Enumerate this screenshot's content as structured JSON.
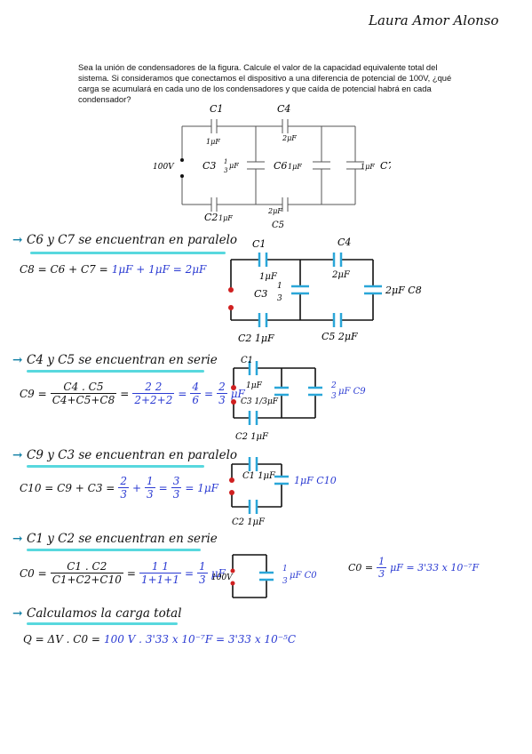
{
  "author": "Laura Amor Alonso",
  "problem_text": "Sea la unión de condensadores de la figura. Calcule el valor de la capacidad equivalente total del sistema. Si consideramos que conectamos el dispositivo a una diferencia de potencial de 100V, ¿qué carga se acumulará en cada uno de los condensadores y que caída de potencial habrá en cada condensador?",
  "circuit_main": {
    "c1": "C1",
    "c4": "C4",
    "c3": "C3",
    "c6": "C6",
    "c7": "C7",
    "c2": "C2",
    "c5": "C5",
    "v": "100V",
    "val_c1": "1μF",
    "val_c4": "2μF",
    "val_c3_n": "1",
    "val_c3_d": "3",
    "val_c3_u": "μF",
    "val_c6": "1μF",
    "val_c7": "1μF",
    "val_c2": "1μF",
    "val_c5": "2μF"
  },
  "step1": {
    "heading": "C6 y C7 se encuentran en paralelo",
    "eq_lhs": "C8 = C6 + C7 =",
    "eq_rhs": "1μF + 1μF = 2μF",
    "c1": "C1",
    "c1v": "1μF",
    "c4": "C4",
    "c4v": "2μF",
    "c3": "C3",
    "c3v_n": "1",
    "c3v_d": "3",
    "c8v": "2μF C8",
    "c2": "C2 1μF",
    "c5": "C5 2μF"
  },
  "step2": {
    "heading": "C4 y C5 se encuentran en serie",
    "lhs": "C9 =",
    "num": "C4 . C5",
    "den": "C4+C5+C8",
    "eq": "=",
    "num2": "2 2",
    "den2": "2+2+2",
    "r1": "=",
    "r1n": "4",
    "r1d": "6",
    "r2": "=",
    "r2n": "2",
    "r2d": "3",
    "unit": "μF",
    "c1": "C1",
    "c1v": "1μF",
    "c3": "C3 1/3μF",
    "c2": "C2 1μF",
    "c9n": "2",
    "c9d": "3",
    "c9": "μF C9"
  },
  "step3": {
    "heading": "C9 y C3 se encuentran en paralelo",
    "lhs": "C10 = C9 + C3 =",
    "t1n": "2",
    "t1d": "3",
    "plus": "+",
    "t2n": "1",
    "t2d": "3",
    "eq": "=",
    "t3n": "3",
    "t3d": "3",
    "res": "= 1μF",
    "c1": "C1 1μF",
    "c2": "C2 1μF",
    "c10": "1μF C10"
  },
  "step4": {
    "heading": "C1 y C2 se encuentran en serie",
    "lhs": "C0 =",
    "num": "C1 . C2",
    "den": "C1+C2+C10",
    "eq": "=",
    "num2": "1 1",
    "den2": "1+1+1",
    "r": "=",
    "rn": "1",
    "rd": "3",
    "unit": "μF",
    "v": "100V",
    "c0n": "1",
    "c0d": "3",
    "c0": "μF C0",
    "c0full_lhs": "C0 =",
    "c0full_n": "1",
    "c0full_d": "3",
    "c0full_rhs": "μF = 3'33 x 10⁻⁷F"
  },
  "step5": {
    "heading": "Calculamos la carga total",
    "eq_lhs": "Q = ΔV . C0 =",
    "eq_rhs": "100 V . 3'33 x 10⁻⁷F = 3'33 x 10⁻⁵C"
  },
  "colors": {
    "teal": "#0f7fa5",
    "blue": "#2a3ad2",
    "highlight": "#3bd1d8",
    "cap": "#2aa6d8",
    "dot": "#d02020"
  }
}
